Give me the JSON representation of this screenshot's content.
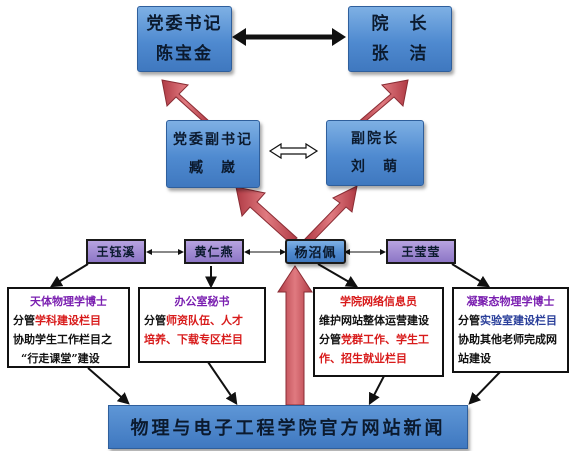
{
  "secretary": {
    "title": "党委书记",
    "name": "陈宝金"
  },
  "dean": {
    "title": "院　长",
    "name": "张　洁"
  },
  "deputy_secretary": {
    "title": "党委副书记",
    "name": "臧　崴"
  },
  "deputy_dean": {
    "title": "副院长",
    "name": "刘　萌"
  },
  "people": {
    "wang_yuxi": "王钰溪",
    "huang_renyan": "黄仁燕",
    "yang_zhaopei": "杨沼佩",
    "wang_yingying": "王莹莹"
  },
  "boxes": {
    "astro": {
      "title": "天体物理学博士",
      "line1_pre": "分管",
      "line1_hl": "学科建设栏目",
      "line2": "协助学生工作栏目之",
      "line3": "“行走课堂”建设"
    },
    "office": {
      "title": "办公室秘书",
      "line1_pre": "分管",
      "line1_hl": "师资队伍、人才",
      "line2_hl": "培养、下载专区栏目"
    },
    "network": {
      "title": "学院网络信息员",
      "line1": "维护网站整体运营建设",
      "line2_pre": "分管",
      "line2_hl": "党群工作、学生工",
      "line3_hl": "作、招生就业栏目"
    },
    "condensed": {
      "title": "凝聚态物理学博士",
      "line1_pre": "分管",
      "line1_hl": "实验室建设栏目",
      "line2": "协助其他老师完成网",
      "line3": "站建设"
    }
  },
  "bottom": {
    "label": "物理与电子工程学院官方网站新闻"
  },
  "colors": {
    "node_blue": "#4f8ad0",
    "red_arrow": "#c8474f",
    "purple_node": "#8d76c6"
  }
}
